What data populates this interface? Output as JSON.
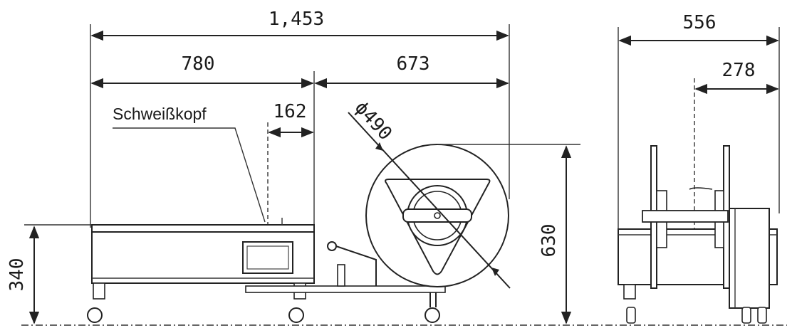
{
  "dimensions": {
    "total_length": "1,453",
    "machine_length": "780",
    "dispenser_length": "673",
    "weld_head_offset": "162",
    "coil_diameter": "ϕ490",
    "total_height": "630",
    "table_height": "340",
    "side_width": "556",
    "side_half_width": "278"
  },
  "labels": {
    "weld_head": "Schweißkopf"
  }
}
